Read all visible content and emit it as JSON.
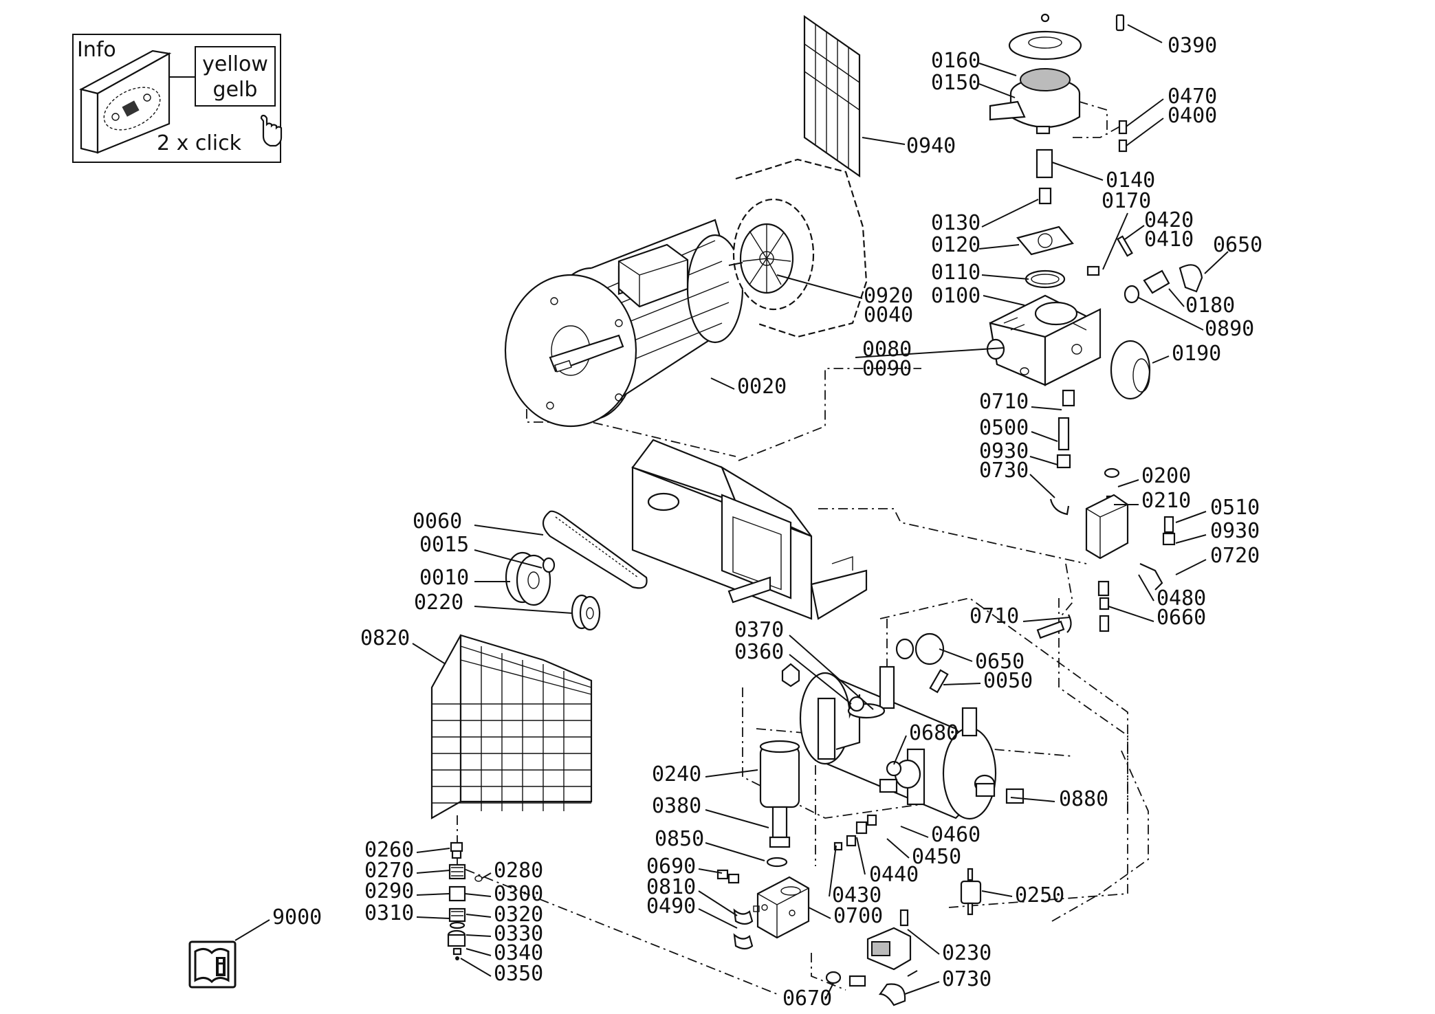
{
  "info_box": {
    "title": "Info",
    "color_line1": "yellow",
    "color_line2": "gelb",
    "hint": "2 x click"
  },
  "parts": [
    "0160",
    "0150",
    "0390",
    "0470",
    "0400",
    "0940",
    "0140",
    "0170",
    "0130",
    "0420",
    "0410",
    "0650",
    "0120",
    "0110",
    "0180",
    "0100",
    "0890",
    "0920",
    "0040",
    "0080",
    "0090",
    "0190",
    "0020",
    "0710",
    "0500",
    "0930",
    "0730",
    "0200",
    "0210",
    "0510",
    "0930",
    "0720",
    "0060",
    "0015",
    "0010",
    "0480",
    "0220",
    "0660",
    "0710",
    "0370",
    "0360",
    "0650",
    "0050",
    "0820",
    "0680",
    "0240",
    "0880",
    "0380",
    "0460",
    "0850",
    "0450",
    "0690",
    "0440",
    "0810",
    "0250",
    "0430",
    "0490",
    "0700",
    "0260",
    "0280",
    "0270",
    "0300",
    "0290",
    "0320",
    "0310",
    "0330",
    "9000",
    "0340",
    "0350",
    "0230",
    "0670",
    "0730"
  ],
  "manual_icon": "manual-info-icon"
}
